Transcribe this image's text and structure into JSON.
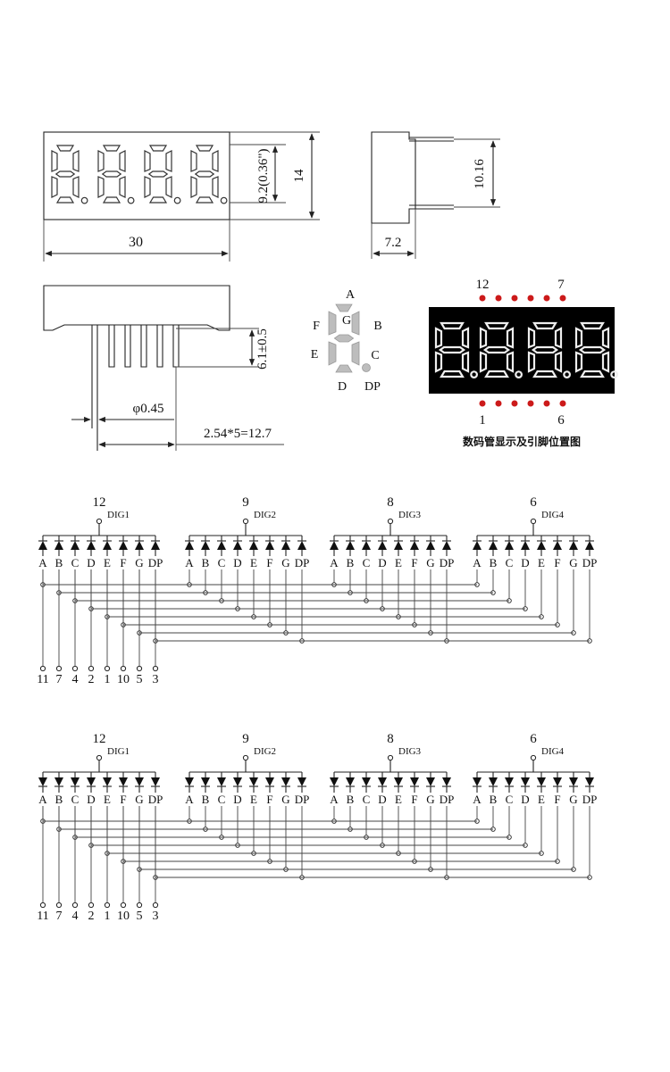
{
  "top_view": {
    "width_label": "30",
    "digit_height_label": "9.2(0.36\")",
    "height_label": "14"
  },
  "side_view": {
    "pin_height_label": "10.16",
    "depth_label": "7.2"
  },
  "bottom_view": {
    "pin_length_label": "6.1±0.5",
    "pin_diameter_label": "φ0.45",
    "pitch_label": "2.54*5=12.7"
  },
  "segment_legend": {
    "a": "A",
    "b": "B",
    "c": "C",
    "d": "D",
    "e": "E",
    "f": "F",
    "g": "G",
    "dp": "DP"
  },
  "pinout_photo": {
    "top_left_pin": "12",
    "top_right_pin": "7",
    "bottom_left_pin": "1",
    "bottom_right_pin": "6",
    "caption": "数码管显示及引脚位置图",
    "dot_color": "#cc1a1a",
    "body_color": "#000000"
  },
  "schematics": [
    {
      "orientation": "common-cathode",
      "digits": [
        {
          "pin": "12",
          "name": "DIG1"
        },
        {
          "pin": "9",
          "name": "DIG2"
        },
        {
          "pin": "8",
          "name": "DIG3"
        },
        {
          "pin": "6",
          "name": "DIG4"
        }
      ],
      "segments": [
        "A",
        "B",
        "C",
        "D",
        "E",
        "F",
        "G",
        "DP"
      ],
      "segment_pins": [
        "11",
        "7",
        "4",
        "2",
        "1",
        "10",
        "5",
        "3"
      ]
    },
    {
      "orientation": "common-anode",
      "digits": [
        {
          "pin": "12",
          "name": "DIG1"
        },
        {
          "pin": "9",
          "name": "DIG2"
        },
        {
          "pin": "8",
          "name": "DIG3"
        },
        {
          "pin": "6",
          "name": "DIG4"
        }
      ],
      "segments": [
        "A",
        "B",
        "C",
        "D",
        "E",
        "F",
        "G",
        "DP"
      ],
      "segment_pins": [
        "11",
        "7",
        "4",
        "2",
        "1",
        "10",
        "5",
        "3"
      ]
    }
  ]
}
